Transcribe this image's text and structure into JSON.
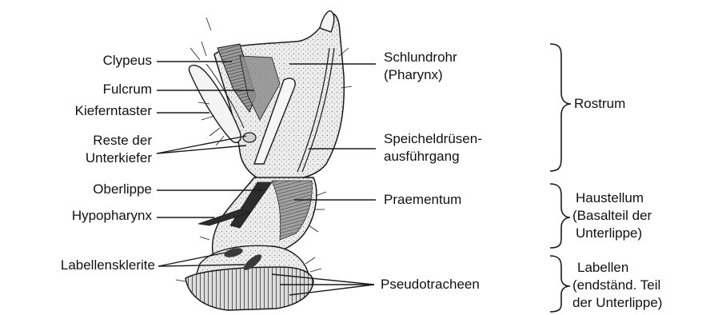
{
  "colors": {
    "ink": "#1a1a1a",
    "stipple_fill": "#e9e9e9",
    "muscle_fill": "#8a8a8a",
    "background": "#ffffff"
  },
  "left_labels": {
    "clypeus": "Clypeus",
    "fulcrum": "Fulcrum",
    "kieferntaster": "Kieferntaster",
    "reste_line1": "Reste der",
    "reste_line2": "Unterkiefer",
    "oberlippe": "Oberlippe",
    "hypopharynx": "Hypopharynx",
    "labellensklerite": "Labellensklerite"
  },
  "right_labels": {
    "schlundrohr_line1": "Schlundrohr",
    "schlundrohr_line2": "(Pharynx)",
    "speichel_line1": "Speicheldrüsen-",
    "speichel_line2": "ausführgang",
    "praementum": "Praementum",
    "pseudotracheen": "Pseudotracheen"
  },
  "groups": {
    "rostrum": "Rostrum",
    "haustellum_line1": "Haustellum",
    "haustellum_line2": "(Basalteil der",
    "haustellum_line3": "Unterlippe)",
    "labellen_line1": "Labellen",
    "labellen_line2": "(endständ. Teil",
    "labellen_line3": "der Unterlippe)"
  }
}
